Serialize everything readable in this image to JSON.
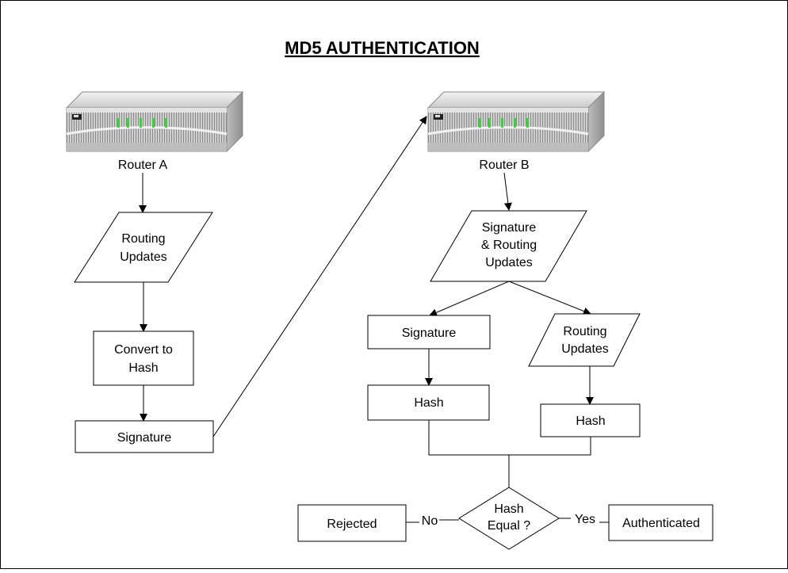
{
  "title": "MD5 AUTHENTICATION",
  "router_a": {
    "label": "Router A"
  },
  "router_b": {
    "label": "Router B"
  },
  "left_flow": {
    "routing_updates": [
      "Routing",
      "Updates"
    ],
    "convert_to_hash": [
      "Convert to",
      "Hash"
    ],
    "signature": "Signature"
  },
  "right_flow": {
    "signature_routing_updates": [
      "Signature",
      "& Routing",
      "Updates"
    ],
    "signature": "Signature",
    "routing_updates": [
      "Routing",
      "Updates"
    ],
    "hash_left": "Hash",
    "hash_right": "Hash",
    "decision": [
      "Hash",
      "Equal ?"
    ],
    "no_label": "No",
    "yes_label": "Yes",
    "rejected": "Rejected",
    "authenticated": "Authenticated"
  }
}
